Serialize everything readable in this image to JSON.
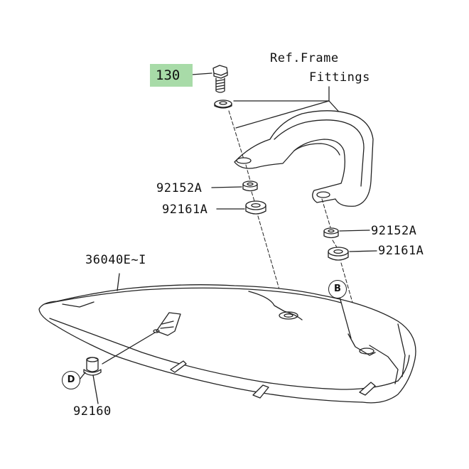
{
  "highlight_color": "#a8dba8",
  "stroke_color": "#222222",
  "highlighted_part": "130",
  "ref_line1": "Ref.Frame",
  "ref_line2": "Fittings",
  "parts": {
    "collar_left": "92152A",
    "grommet_left": "92161A",
    "collar_right": "92152A",
    "grommet_right": "92161A",
    "cover": "36040E~I",
    "damper": "92160"
  },
  "callouts": {
    "b": "B",
    "d": "D"
  }
}
